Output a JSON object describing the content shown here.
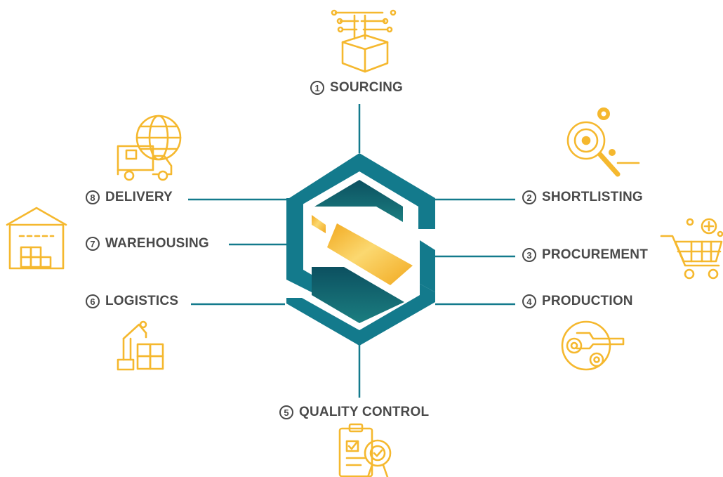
{
  "colors": {
    "teal": "#137a8c",
    "dark_teal": "#0e4f5e",
    "gold": "#f5b82e",
    "text": "#4a4a4a"
  },
  "center_logo": {
    "icon": "hexagon-s-logo-icon"
  },
  "steps": [
    {
      "num": "1",
      "label": "SOURCING",
      "icon": "box-circuit-icon"
    },
    {
      "num": "2",
      "label": "SHORTLISTING",
      "icon": "magnifier-gear-icon"
    },
    {
      "num": "3",
      "label": "PROCUREMENT",
      "icon": "shopping-cart-icon"
    },
    {
      "num": "4",
      "label": "PRODUCTION",
      "icon": "gears-wrench-icon"
    },
    {
      "num": "5",
      "label": "QUALITY CONTROL",
      "icon": "clipboard-badge-icon"
    },
    {
      "num": "6",
      "label": "LOGISTICS",
      "icon": "robot-arm-boxes-icon"
    },
    {
      "num": "7",
      "label": "WAREHOUSING",
      "icon": "warehouse-icon"
    },
    {
      "num": "8",
      "label": "DELIVERY",
      "icon": "delivery-truck-globe-icon"
    }
  ]
}
